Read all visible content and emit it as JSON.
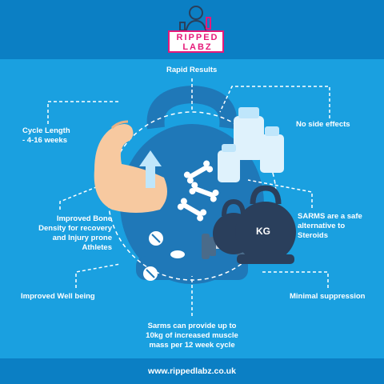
{
  "logo": {
    "line1": "RIPPED",
    "line2": "LABZ"
  },
  "labels": {
    "rapid_results": "Rapid Results",
    "cycle_length": [
      "Cycle Length",
      "- 4-16 weeks"
    ],
    "no_side_effects": "No side effects",
    "bone_density": [
      "Improved Bone",
      "Density for recovery",
      "and Injury prone",
      "Athletes"
    ],
    "sarms_alternative": [
      "SARMS are a safe",
      "alternative to",
      "Steroids"
    ],
    "well_being": "Improved Well being",
    "minimal_suppression": "Minimal suppression",
    "muscle_gain": [
      "Sarms can provide up to",
      "10kg of increased muscle",
      "mass per 12 week cycle"
    ]
  },
  "kettlebell_text": "KG",
  "footer": {
    "website": "www.rippedlabz.co.uk"
  },
  "colors": {
    "background": "#1aa0e0",
    "band": "#0b7fc4",
    "kettlebell": "#1f78b8",
    "weights": "#2a3f5c",
    "logo_accent": "#e6197a",
    "skin": "#f7c9a0"
  }
}
